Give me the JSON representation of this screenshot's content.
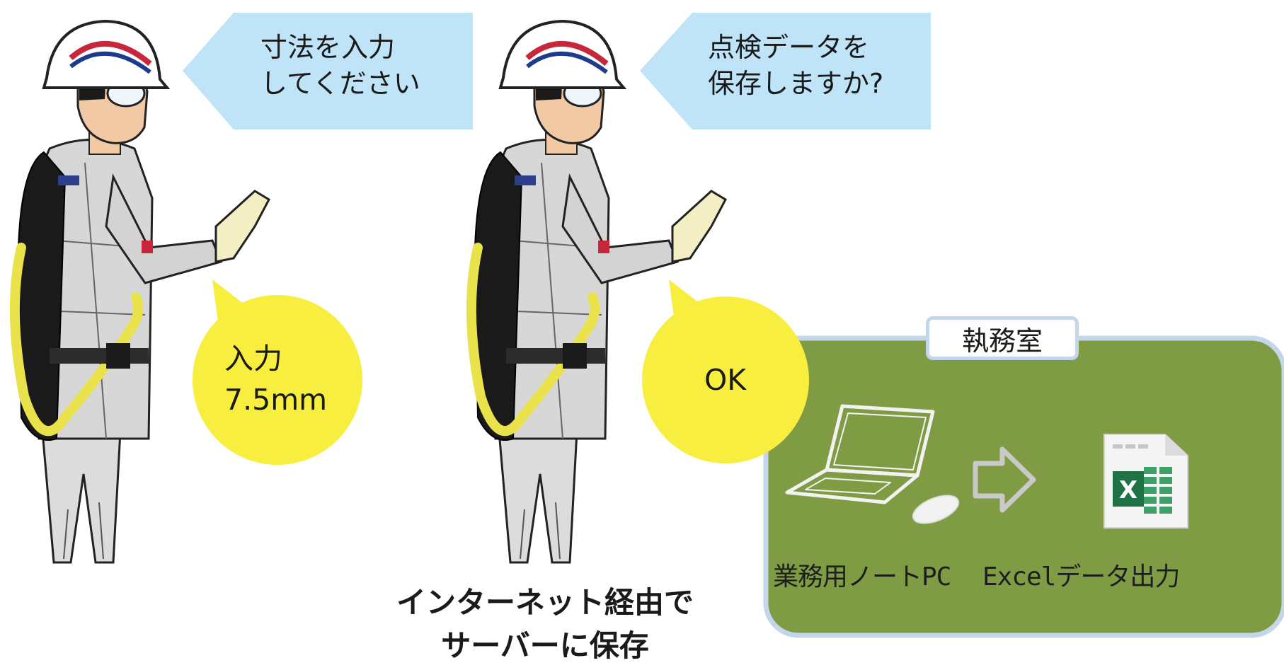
{
  "worker1": {
    "speech_line1": "寸法を入力",
    "speech_line2": "してください",
    "bubble_line1": "入力",
    "bubble_line2": "7.5mm"
  },
  "worker2": {
    "speech_line1": "点検データを",
    "speech_line2": "保存しますか?",
    "bubble_line1": "OK"
  },
  "office": {
    "title": "執務室",
    "laptop_caption": "業務用ノートPC",
    "excel_caption": "Excelデータ出力",
    "excel_icon_letter": "X"
  },
  "bottom_caption": {
    "line1": "インターネット経由で",
    "line2": "サーバーに保存"
  },
  "colors": {
    "speech_blue": "#bfe3f7",
    "bubble_yellow": "#f7ee3f",
    "office_green": "#7f9c45",
    "office_border": "#c3d6ea",
    "excel_green": "#1f7244"
  }
}
